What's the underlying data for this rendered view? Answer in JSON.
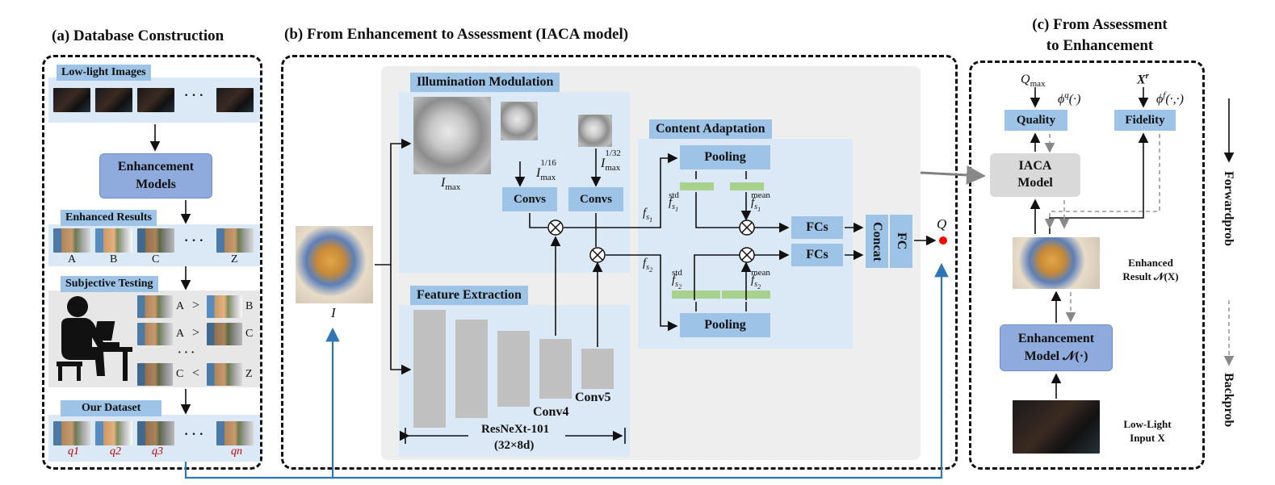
{
  "section_a": {
    "title": "(a) Database Construction",
    "low_light_label": "Low-light Images",
    "ellipsis": "· · ·",
    "enhancement_models": "Enhancement Models",
    "enhanced_results_label": "Enhanced Results",
    "result_labels": [
      "A",
      "B",
      "C",
      "Z"
    ],
    "subjective_label": "Subjective Testing",
    "comparisons": [
      {
        "left": "A",
        "op": ">",
        "right": "B"
      },
      {
        "left": "A",
        "op": ">",
        "right": "C"
      },
      {
        "left": "C",
        "op": "<",
        "right": "Z"
      }
    ],
    "vdots": "· · ·",
    "dataset_label": "Our Dataset",
    "quality_labels": [
      "q1",
      "q2",
      "q3",
      "qn"
    ]
  },
  "section_b": {
    "title": "(b) From Enhancement  to Assessment (IACA model)",
    "illumination_label": "Illumination Modulation",
    "i_max": "Imax",
    "i_max_16": "Imax1/16",
    "i_max_32": "Imax1/32",
    "convs": "Convs",
    "content_label": "Content Adaptation",
    "pooling": "Pooling",
    "f_s1_std": "fs1std",
    "f_s1_mean": "fs1mean",
    "f_s2_std": "fs2std",
    "f_s2_mean": "fs2mean",
    "f_s1": "fs1",
    "f_s2": "fs2",
    "fcs": "FCs",
    "concat": "Concat",
    "fc": "FC",
    "q_output": "Q",
    "input_label": "I",
    "feature_label": "Feature Extraction",
    "conv4": "Conv4",
    "conv5": "Conv5",
    "backbone": "ResNeXt-101",
    "backbone_sub": "(32×8d)"
  },
  "section_c": {
    "title_line1": "(c) From Assessment",
    "title_line2": "to Enhancement",
    "q_max": "Qmax",
    "x_r": "Xr",
    "phi_q": "ϕq(·)",
    "phi_f": "ϕf(·,·)",
    "quality": "Quality",
    "fidelity": "Fidelity",
    "iaca_model": "IACA Model",
    "enhanced_result": "Enhanced Result 𝒩(X)",
    "enhancement_model": "Enhancement Model 𝒩(·)",
    "low_light_input": "Low-Light Input X"
  },
  "legend": {
    "forwardprob": "Forwardprob",
    "backprob": "Backprob"
  },
  "colors": {
    "tag_blue": "#9dc3e6",
    "panel_blue": "#dbe8f6",
    "purple": "#8faadc",
    "green": "#a9d18e",
    "arrow_blue": "#2e75b6",
    "red_dot": "#ff0000"
  }
}
